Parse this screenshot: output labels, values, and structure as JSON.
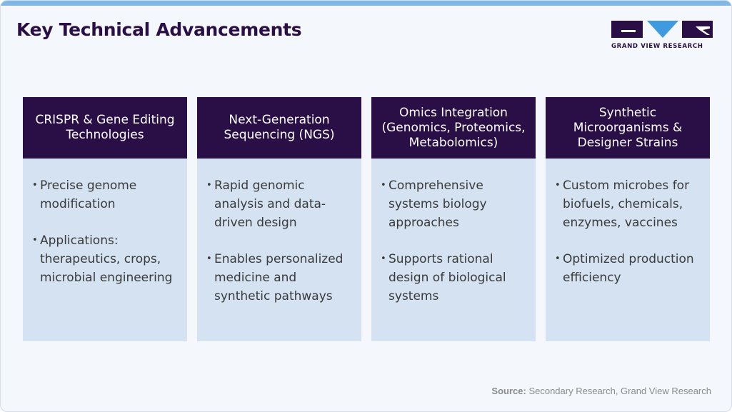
{
  "title": "Key Technical Advancements",
  "logo": {
    "text": "GRAND VIEW RESEARCH"
  },
  "cards": [
    {
      "header": "CRISPR & Gene Editing Technologies",
      "bullets": [
        "Precise genome modification",
        "Applications: therapeutics, crops, microbial engineering"
      ]
    },
    {
      "header": "Next-Generation Sequencing (NGS)",
      "bullets": [
        "Rapid genomic analysis and data-driven design",
        "Enables personalized medicine and synthetic pathways"
      ]
    },
    {
      "header": "Omics Integration (Genomics, Proteomics, Metabolomics)",
      "bullets": [
        "Comprehensive systems biology approaches",
        "Supports rational design of biological systems"
      ]
    },
    {
      "header": "Synthetic Microorganisms & Designer Strains",
      "bullets": [
        "Custom microbes for biofuels, chemicals, enzymes, vaccines",
        "Optimized production efficiency"
      ]
    }
  ],
  "source": {
    "label": "Source:",
    "text": "Secondary Research, Grand View Research"
  },
  "colors": {
    "header_bg": "#2a0f47",
    "card_bg": "#d4e2f2",
    "accent": "#7fb7e6",
    "logo_v": "#3f9ae0"
  }
}
